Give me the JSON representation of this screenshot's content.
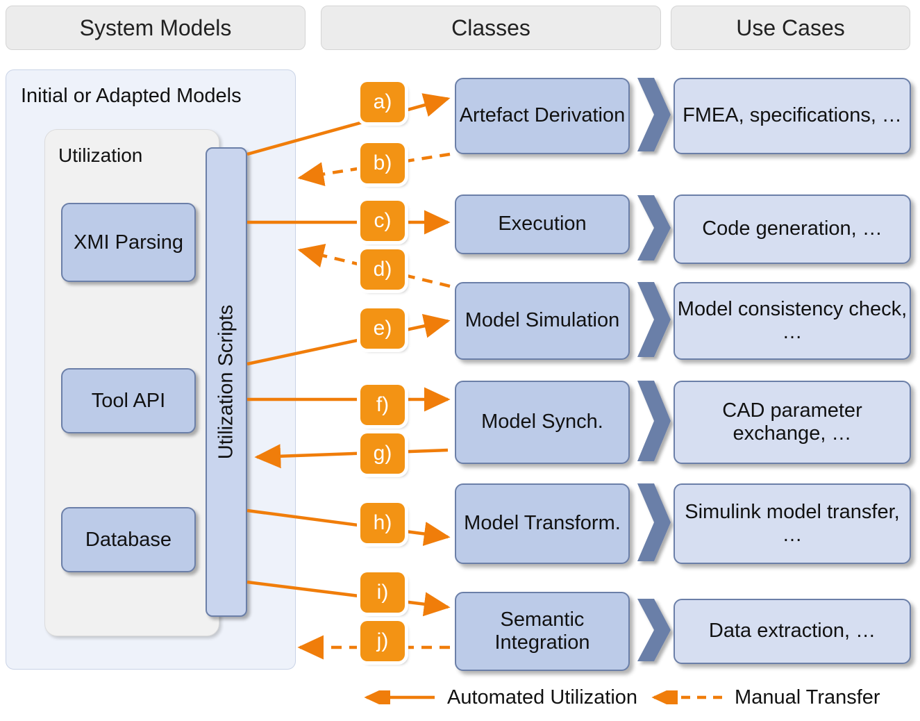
{
  "headers": {
    "system_models": "System Models",
    "classes": "Classes",
    "use_cases": "Use Cases"
  },
  "system_models": {
    "panel_label": "Initial or Adapted Models",
    "utilization_label": "Utilization",
    "blocks": [
      {
        "id": "xmi",
        "label": "XMI Parsing"
      },
      {
        "id": "tool-api",
        "label": "Tool API"
      },
      {
        "id": "database",
        "label": "Database"
      }
    ],
    "scripts_label": "Utilization Scripts"
  },
  "classes": [
    {
      "id": "artefact-derivation",
      "label": "Artefact Derivation"
    },
    {
      "id": "execution",
      "label": "Execution"
    },
    {
      "id": "model-simulation",
      "label": "Model Simulation"
    },
    {
      "id": "model-synch",
      "label": "Model Synch."
    },
    {
      "id": "model-transform",
      "label": "Model Transform."
    },
    {
      "id": "semantic-integration",
      "label": "Semantic Integration"
    }
  ],
  "use_cases": [
    {
      "id": "fmea",
      "label": "FMEA, specifications, …"
    },
    {
      "id": "code-generation",
      "label": "Code generation, …"
    },
    {
      "id": "model-consistency",
      "label": "Model consistency check, …"
    },
    {
      "id": "cad-parameter",
      "label": "CAD parameter exchange, …"
    },
    {
      "id": "simulink-transfer",
      "label": "Simulink model transfer, …"
    },
    {
      "id": "data-extraction",
      "label": "Data extraction, …"
    }
  ],
  "markers": [
    {
      "id": "a",
      "label": "a)",
      "type": "automated"
    },
    {
      "id": "b",
      "label": "b)",
      "type": "manual"
    },
    {
      "id": "c",
      "label": "c)",
      "type": "automated"
    },
    {
      "id": "d",
      "label": "d)",
      "type": "manual"
    },
    {
      "id": "e",
      "label": "e)",
      "type": "automated"
    },
    {
      "id": "f",
      "label": "f)",
      "type": "automated"
    },
    {
      "id": "g",
      "label": "g)",
      "type": "automated"
    },
    {
      "id": "h",
      "label": "h)",
      "type": "automated"
    },
    {
      "id": "i",
      "label": "i)",
      "type": "automated"
    },
    {
      "id": "j",
      "label": "j)",
      "type": "manual"
    }
  ],
  "legend": {
    "automated": "Automated Utilization",
    "manual": "Manual Transfer"
  },
  "colors": {
    "accent_orange": "#f39314",
    "box_blue": "#bccbe8",
    "usecase_blue": "#d6def1",
    "border_blue": "#6b7fa8",
    "header_grey": "#ececec",
    "panel_blue": "#eef2fa"
  }
}
